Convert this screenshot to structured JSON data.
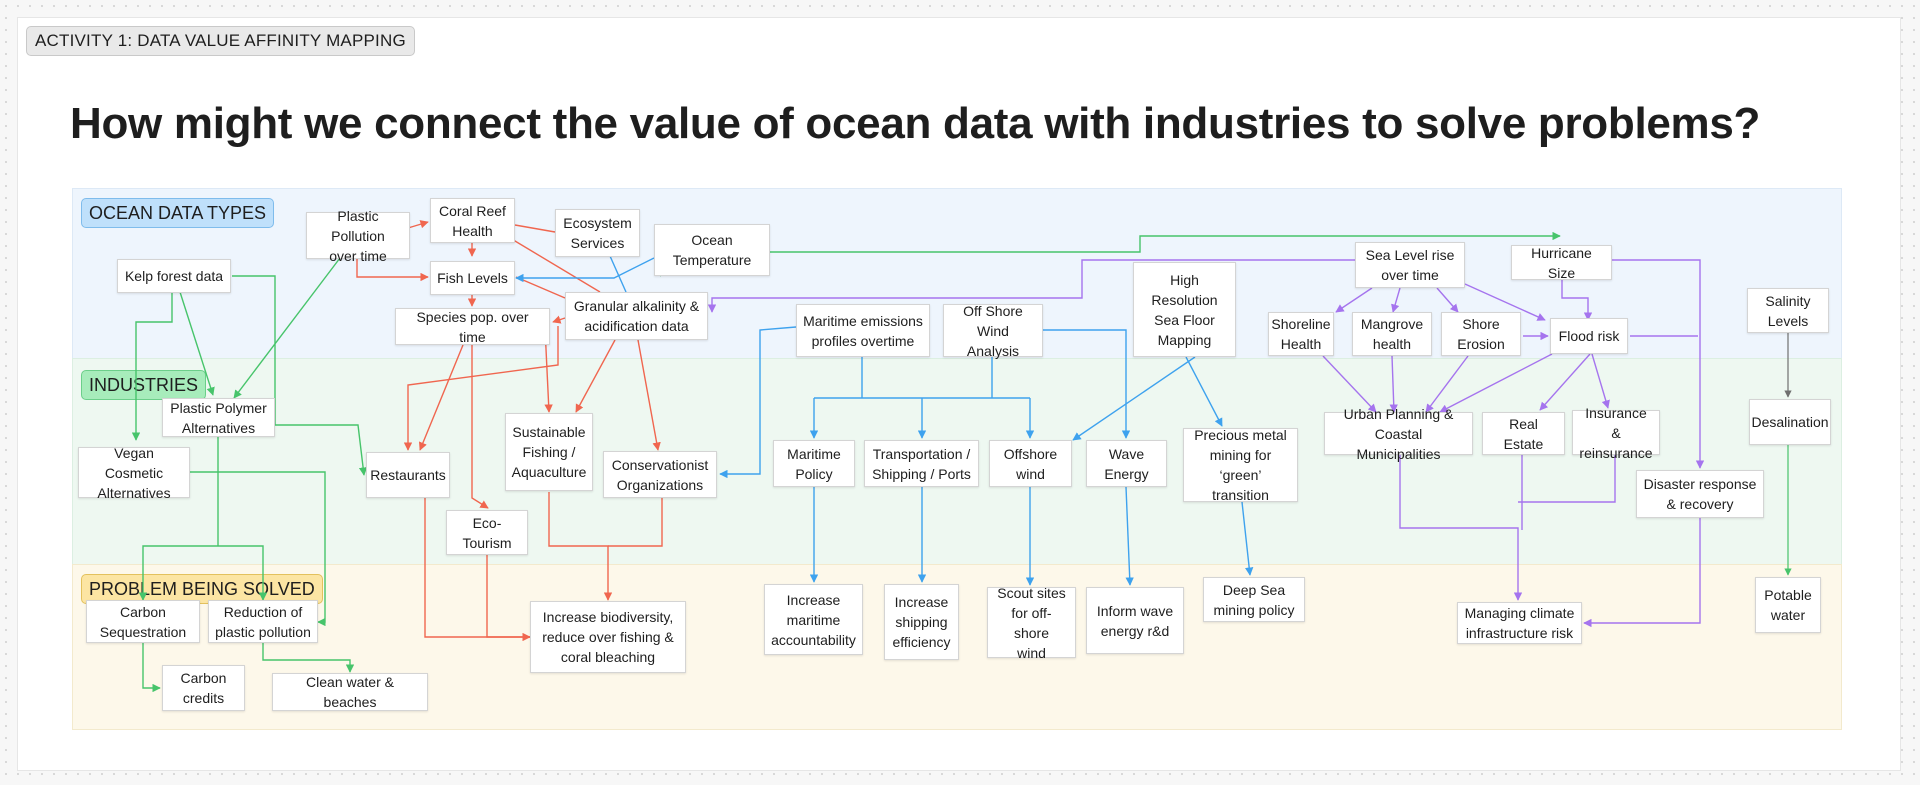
{
  "activity_tag": "ACTIVITY 1: DATA VALUE AFFINITY MAPPING",
  "headline": "How might we connect the value of ocean data with industries to solve problems?",
  "sections": {
    "ocean": "OCEAN DATA TYPES",
    "industries": "INDUSTRIES",
    "problems": "PROBLEM BEING SOLVED"
  },
  "colors": {
    "red": "#f0664f",
    "green": "#47c46b",
    "blue": "#3ea2ee",
    "purple": "#a574ee",
    "gray": "#6f6f6f"
  },
  "notes": {
    "kelp": "Kelp forest data",
    "plastic_pollution": "Plastic Pollution\nover time",
    "coral_reef": "Coral Reef\nHealth",
    "ecosystem": "Ecosystem\nServices",
    "ocean_temp": "Ocean\nTemperature",
    "fish_levels": "Fish Levels",
    "granular": "Granular alkalinity &\nacidification data",
    "species": "Species pop. over time",
    "maritime_emissions": "Maritime emissions\nprofiles overtime",
    "offshore_wind_analysis": "Off Shore\nWind Analysis",
    "high_res": "High\nResolution\nSea Floor\nMapping",
    "sea_level": "Sea Level rise\nover time",
    "hurricane": "Hurricane Size",
    "shoreline": "Shoreline\nHealth",
    "mangrove": "Mangrove\nhealth",
    "shore_erosion": "Shore\nErosion",
    "flood": "Flood risk",
    "salinity": "Salinity\nLevels",
    "plastic_polymer": "Plastic Polymer\nAlternatives",
    "vegan": "Vegan Cosmetic\nAlternatives",
    "restaurants": "Restaurants",
    "sustainable_fishing": "Sustainable\nFishing /\nAquaculture",
    "conservationist": "Conservationist\nOrganizations",
    "eco_tourism": "Eco-\nTourism",
    "maritime_policy": "Maritime\nPolicy",
    "transportation": "Transportation /\nShipping / Ports",
    "offshore_wind": "Offshore\nwind",
    "wave_energy": "Wave\nEnergy",
    "precious_metal": "Precious metal\nmining for\n‘green’ transition",
    "urban_planning": "Urban Planning &\nCoastal Municipalities",
    "real_estate": "Real Estate",
    "insurance": "Insurance &\nreinsurance",
    "desalination": "Desalination",
    "disaster": "Disaster response\n& recovery",
    "carbon_seq": "Carbon\nSequestration",
    "reduction_plastic": "Reduction of\nplastic pollution",
    "carbon_credits": "Carbon\ncredits",
    "clean_water": "Clean water & beaches",
    "biodiversity": "Increase biodiversity,\nreduce over fishing &\ncoral bleaching",
    "maritime_accountability": "Increase\nmaritime\naccountability",
    "shipping_efficiency": "Increase\nshipping\nefficiency",
    "scout_sites": "Scout sites\nfor off-shore\nwind",
    "wave_rd": "Inform wave\nenergy r&d",
    "deep_sea": "Deep Sea\nmining policy",
    "climate_risk": "Managing climate\ninfrastructure risk",
    "potable": "Potable\nwater"
  }
}
